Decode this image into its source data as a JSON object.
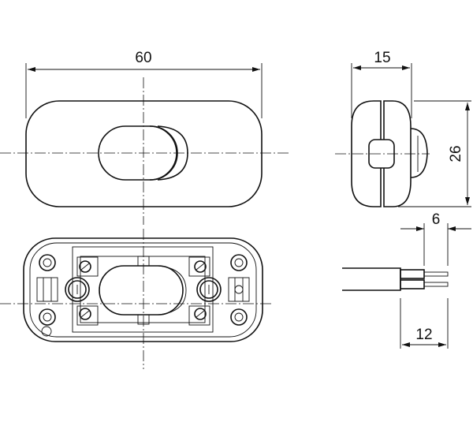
{
  "dimensions": {
    "width": "60",
    "depth": "15",
    "height": "26",
    "strip_length": "6",
    "sheath_strip_length": "12"
  },
  "colors": {
    "line": "#111111",
    "background": "#ffffff"
  }
}
